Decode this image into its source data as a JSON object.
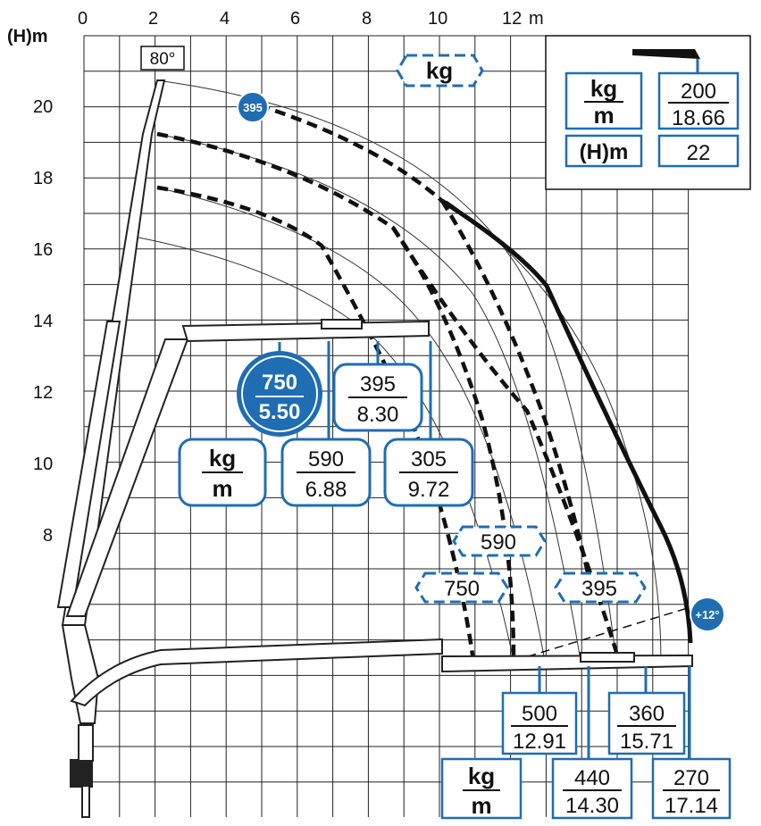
{
  "axes": {
    "x_unit": "m",
    "y_unit": "(H)m",
    "x_ticks": [
      "0",
      "2",
      "4",
      "6",
      "8",
      "10",
      "12"
    ],
    "y_ticks": [
      "8",
      "10",
      "12",
      "14",
      "16",
      "18",
      "20"
    ]
  },
  "angles": {
    "max_angle": "80°",
    "jib_angle": "+12°"
  },
  "legend": {
    "kg_label": "kg",
    "m_label": "m",
    "h_label": "(H)m",
    "tip_load": "200",
    "tip_reach": "18.66",
    "height": "22"
  },
  "badges": {
    "top_load": "395"
  },
  "main_boom_capacities": [
    {
      "load": "750",
      "reach": "5.50"
    },
    {
      "load": "590",
      "reach": "6.88"
    },
    {
      "load": "395",
      "reach": "8.30"
    },
    {
      "load": "305",
      "reach": "9.72"
    }
  ],
  "jib_capacities": [
    {
      "load": "500",
      "reach": "12.91"
    },
    {
      "load": "440",
      "reach": "14.30"
    },
    {
      "load": "360",
      "reach": "15.71"
    },
    {
      "load": "270",
      "reach": "17.14"
    }
  ],
  "curve_tags": {
    "kg_tag": "kg",
    "tag_590": "590",
    "tag_750": "750",
    "tag_395": "395"
  },
  "colors": {
    "brand_blue": "#1f6db3",
    "ink": "#111111",
    "grid": "#222222"
  }
}
